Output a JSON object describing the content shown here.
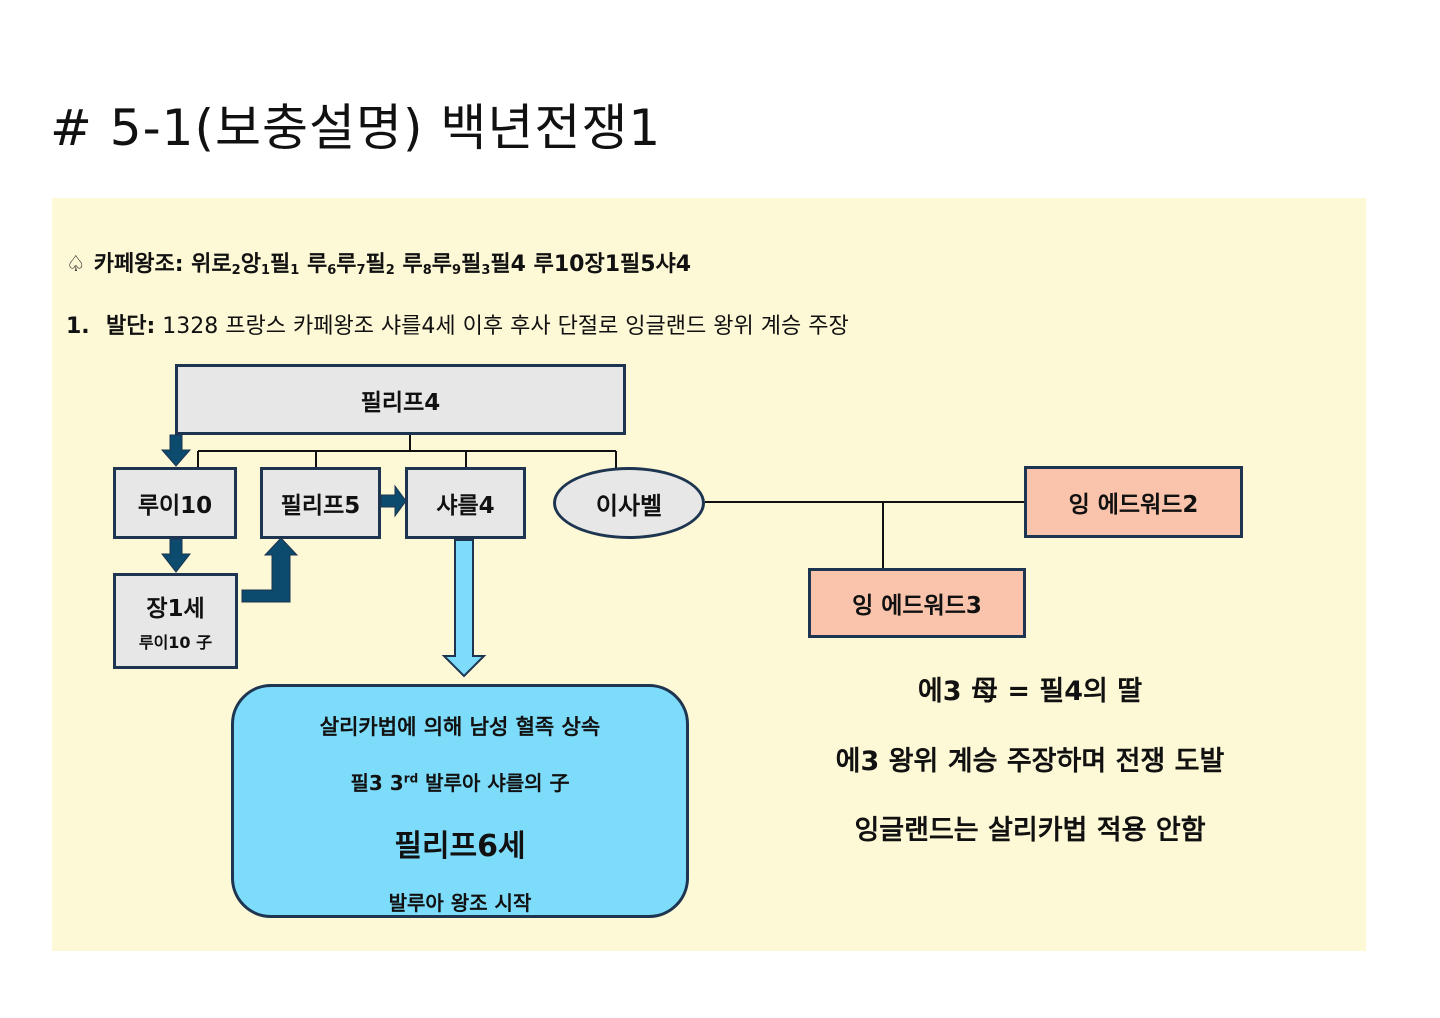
{
  "title": "# 5-1(보충설명) 백년전쟁1",
  "lineage": {
    "spade": "♤",
    "label": "카페왕조:",
    "parts": [
      {
        "t": "위로"
      },
      {
        "s": "2"
      },
      {
        "t": "앙"
      },
      {
        "s": "1"
      },
      {
        "t": "필"
      },
      {
        "s": "1"
      },
      {
        "t": " 루"
      },
      {
        "s": "6"
      },
      {
        "t": "루"
      },
      {
        "s": "7"
      },
      {
        "t": "필"
      },
      {
        "s": "2"
      },
      {
        "t": " 루"
      },
      {
        "s": "8"
      },
      {
        "t": "루"
      },
      {
        "s": "9"
      },
      {
        "t": "필"
      },
      {
        "s": "3"
      },
      {
        "t": "필4 루10장1필5샤4"
      }
    ]
  },
  "point1": {
    "num": "1.",
    "label": "발단:",
    "text": "1328 프랑스 카페왕조 샤를4세 이후 후사 단절로 잉글랜드 왕위 계승 주장"
  },
  "nodes": {
    "philip4": "필리프4",
    "louis10": "루이10",
    "philip5": "필리프5",
    "charles4": "샤를4",
    "isabel": "이사벨",
    "edward2": "잉 에드워드2",
    "edward3": "잉 에드워드3",
    "jean1": "장1세",
    "jean1_sub": "루이10 子"
  },
  "bluebox": {
    "line1": "살리카법에 의해 남성 혈족 상속",
    "line2a": "필3 3",
    "line2sup": "rd",
    "line2b": " 발루아 샤를의 子",
    "line3": "필리프6세",
    "line4": "발루아 왕조 시작"
  },
  "notes": {
    "n1": "에3 母 = 필4의 딸",
    "n2": "에3 왕위 계승 주장하며 전쟁 도발",
    "n3": "잉글랜드는 살리카법 적용 안함"
  },
  "colors": {
    "panel": "#fdf8d5",
    "box_gray": "#e7e7e7",
    "box_pink": "#f9c4ab",
    "blue_box": "#7edcfb",
    "arrow_dark": "#0c4a6e",
    "border": "#1d3550"
  }
}
